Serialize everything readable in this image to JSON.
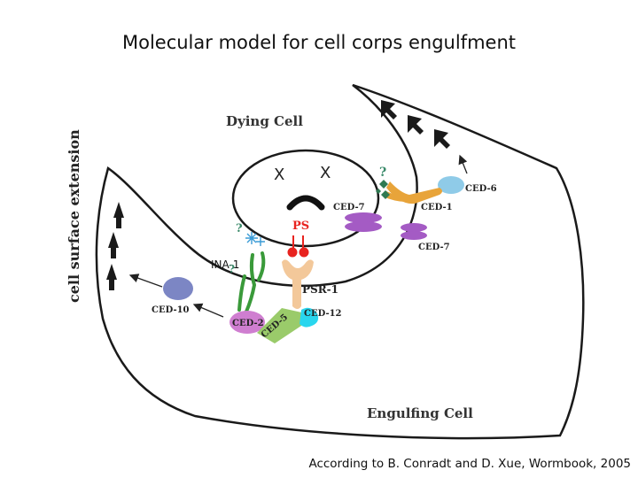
{
  "title": "Molecular model for cell corps engulfment",
  "citation": "According to B. Conradt and D. Xue, Wormbook, 2005",
  "labels": {
    "dying_cell": "Dying Cell",
    "engulfing_cell": "Engulfing Cell",
    "cell_surface_extension": "cell surface extension",
    "x1": "X",
    "x2": "X",
    "ps": "PS",
    "ina1": "INA-1",
    "psr1": "PSR-1",
    "ced6": "CED-6",
    "ced1": "CED-1",
    "ced7_inner": "CED-7",
    "ced7_outer": "CED-7",
    "ced10": "CED-10",
    "ced2": "CED-2",
    "ced5": "CED-5",
    "ced12": "CED-12",
    "q1": "?",
    "q2": "?",
    "q3": "?"
  },
  "colors": {
    "ced6": "#8fcbe8",
    "ced1": "#e8a43a",
    "ced7": "#a45bc4",
    "ced10": "#7c86c4",
    "ced2": "#cf7ed0",
    "ced5": "#9acb6a",
    "ced12": "#29d6ee",
    "psr1": "#f3c89a",
    "ina1": "#3a9a3a",
    "ps": "#e8231f",
    "question": "#3a8a6a"
  }
}
